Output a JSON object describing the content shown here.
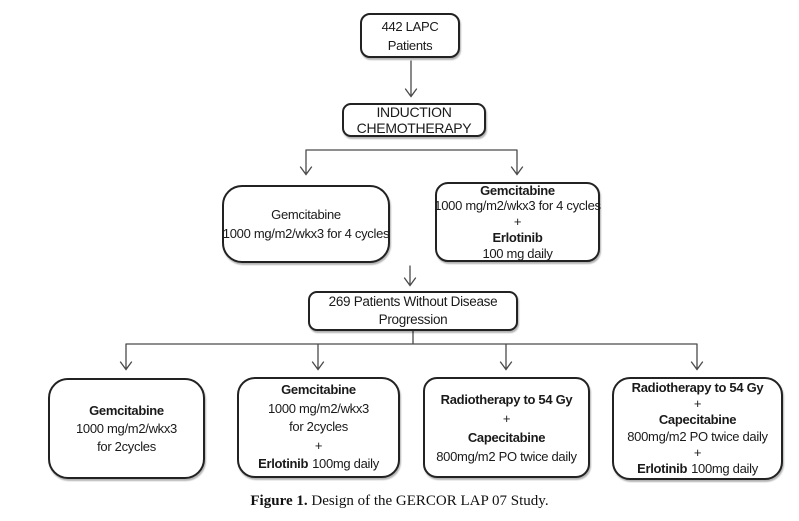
{
  "caption": {
    "label": "Figure 1.",
    "text": " Design of the GERCOR LAP 07 Study."
  },
  "colors": {
    "box_border": "#222222",
    "connector_line": "#4a4a4a",
    "text": "#1a1a1a",
    "background": "#ffffff"
  },
  "nodes": {
    "patients_total": {
      "line1": "442 LAPC",
      "line2": "Patients"
    },
    "induction": {
      "line1": "INDUCTION",
      "line2": "CHEMOTHERAPY"
    },
    "induction_arm_gem": {
      "drug1": "Gemcitabine",
      "dose1": "1000 mg/m2/wkx3 for 4 cycles"
    },
    "induction_arm_gem_erlotinib": {
      "drug1": "Gemcitabine",
      "dose1": "1000 mg/m2/wkx3 for 4 cycles",
      "plus": "+",
      "drug2": "Erlotinib",
      "dose2": "100 mg daily"
    },
    "no_progression": {
      "line1": "269 Patients Without Disease",
      "line2": "Progression"
    },
    "arm_gem": {
      "drug1": "Gemcitabine",
      "dose1": "1000 mg/m2/wkx3",
      "dose2": "for 2cycles"
    },
    "arm_gem_erlotinib": {
      "drug1": "Gemcitabine",
      "dose1": "1000 mg/m2/wkx3",
      "dose2": "for 2cycles",
      "plus": "+",
      "drug2": "Erlotinib",
      "dose3": "100mg daily"
    },
    "arm_radio_cape": {
      "line1": "Radiotherapy to 54 Gy",
      "plus": "+",
      "drug1": "Capecitabine",
      "dose1": "800mg/m2 PO twice daily"
    },
    "arm_radio_cape_erlotinib": {
      "line1": "Radiotherapy to 54 Gy",
      "plus1": "+",
      "drug1": "Capecitabine",
      "dose1": "800mg/m2 PO twice daily",
      "plus2": "+",
      "drug2": "Erlotinib",
      "dose2": "100mg daily"
    }
  }
}
